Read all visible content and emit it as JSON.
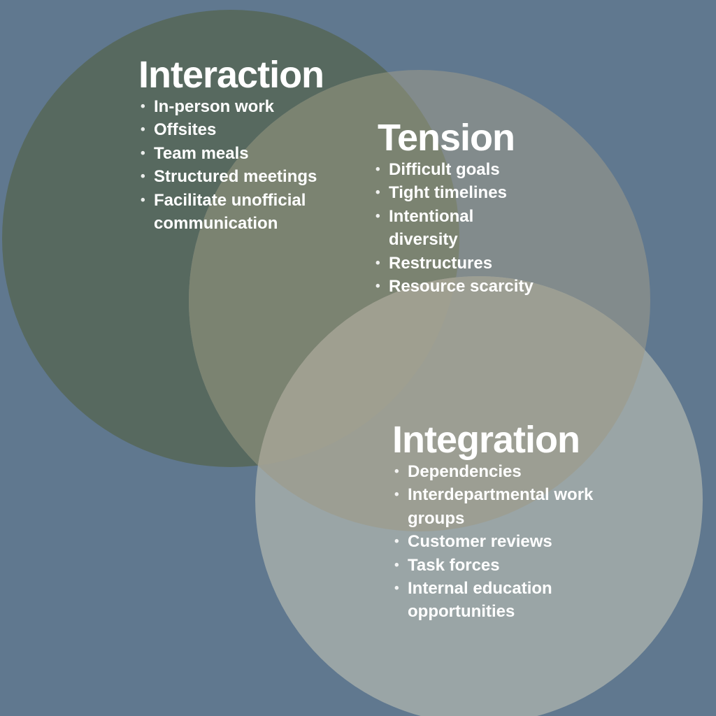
{
  "background_color": "#60788f",
  "text_color": "#ffffff",
  "diagram": {
    "type": "venn",
    "circles": [
      {
        "id": "interaction",
        "title": "Interaction",
        "color": "#57695f",
        "items": [
          "In-person work",
          "Offsites",
          "Team meals",
          "Structured meetings",
          "Facilitate unofficial communication"
        ]
      },
      {
        "id": "tension",
        "title": "Tension",
        "color": "#828b8c",
        "items": [
          "Difficult goals",
          "Tight timelines",
          "Intentional diversity",
          "Restructures",
          "Resource scarcity"
        ]
      },
      {
        "id": "integration",
        "title": "Integration",
        "color": "#9aa5a6",
        "items": [
          "Dependencies",
          "Interdepartmental work groups",
          "Customer reviews",
          "Task forces",
          "Internal education opportunities"
        ]
      }
    ],
    "overlap_colors": {
      "interaction_tension": "#7b8371",
      "tension_integration": "#9c9e93",
      "triple": "#9f9f90"
    }
  }
}
